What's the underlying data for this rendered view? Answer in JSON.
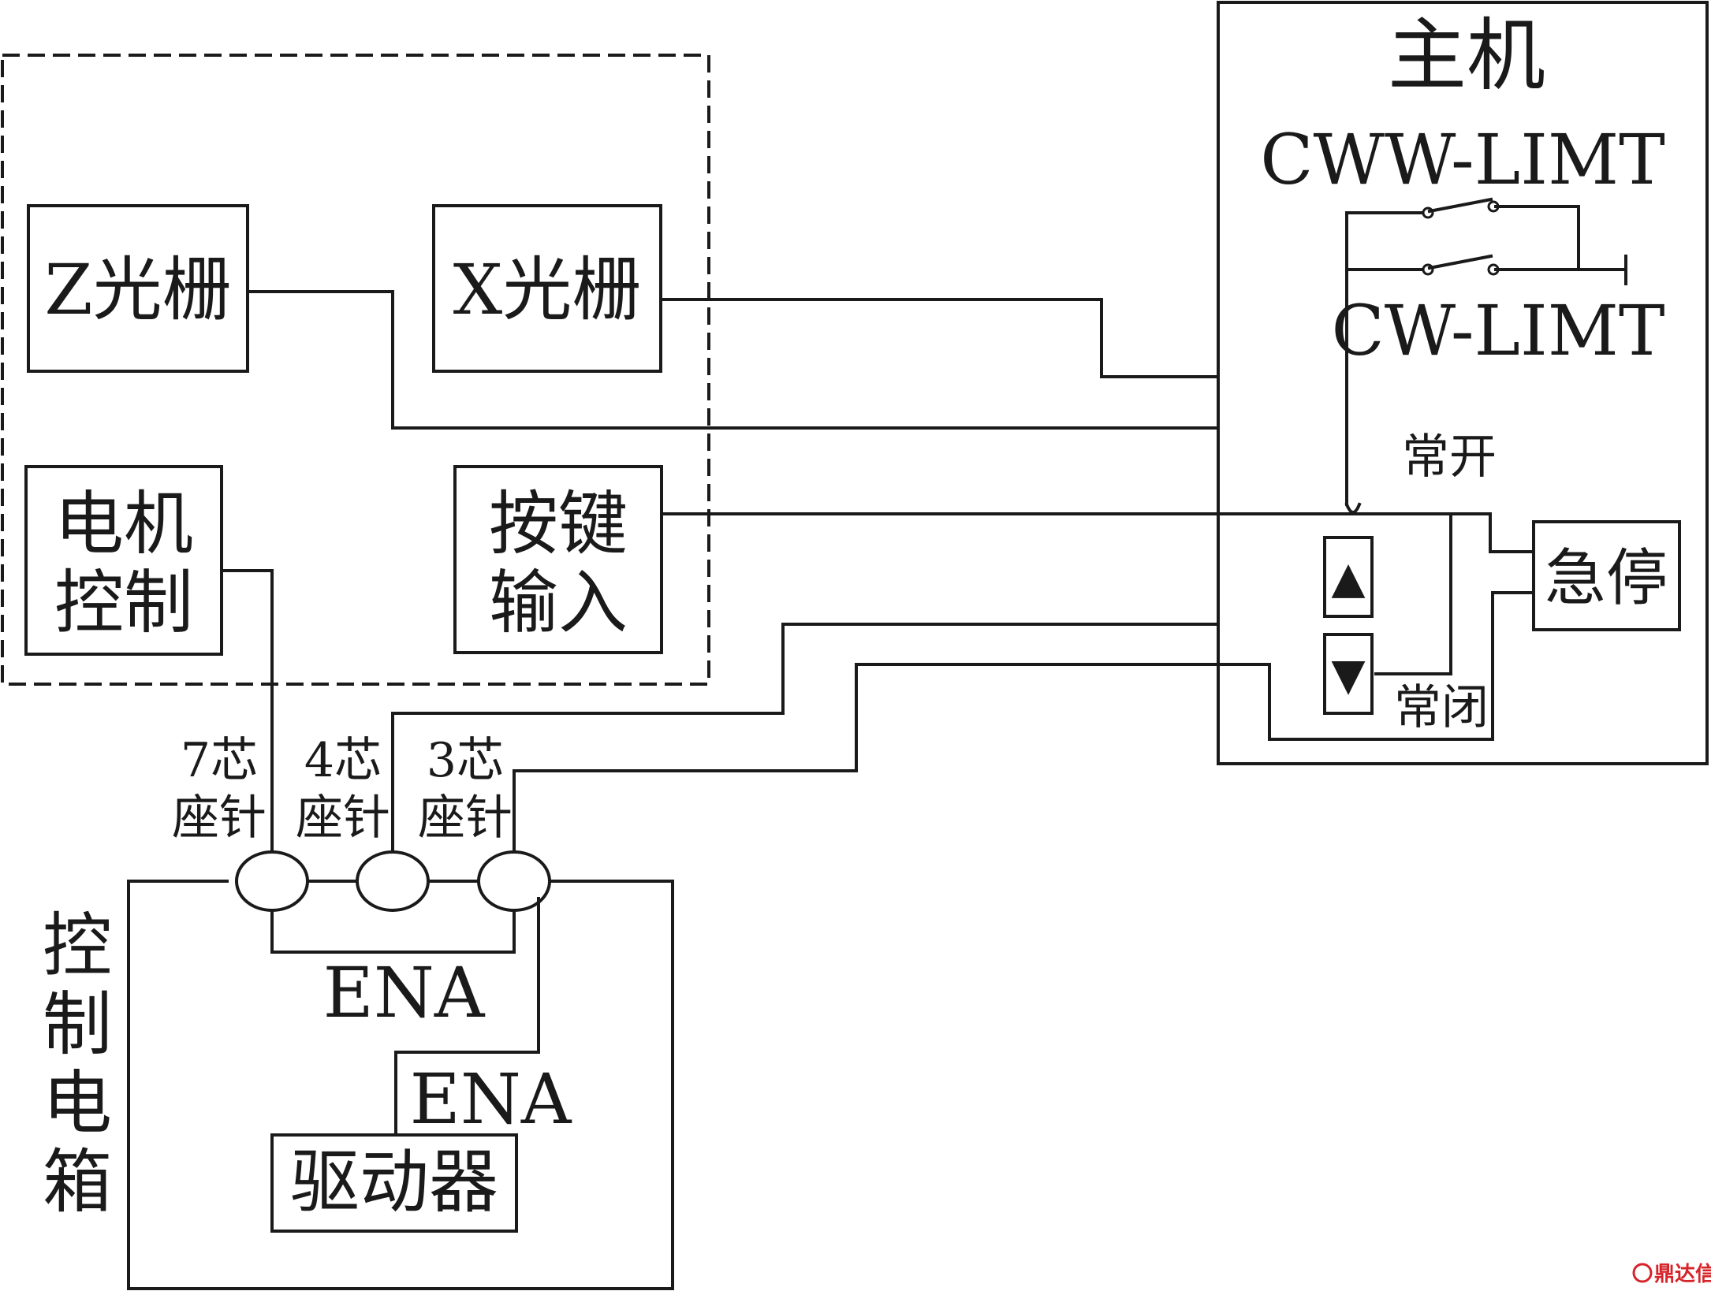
{
  "host": {
    "title": "主机"
  },
  "limits": {
    "ccw": "CWW-LIMT",
    "cw": "CW-LIMT"
  },
  "contacts": {
    "normally_open": "常开",
    "normally_closed": "常闭"
  },
  "emergency_stop": "急停",
  "buttons": {
    "up_glyph": "▲",
    "down_glyph": "▼"
  },
  "sensors": {
    "z_grating": "Z光栅",
    "x_grating": "X光栅",
    "motor_control": [
      "电机",
      "控制"
    ],
    "key_input": [
      "按键",
      "输入"
    ]
  },
  "connectors": [
    {
      "cores": "7芯",
      "type": "座针"
    },
    {
      "cores": "4芯",
      "type": "座针"
    },
    {
      "cores": "3芯",
      "type": "座针"
    }
  ],
  "cabinet": {
    "title": [
      "控",
      "制",
      "电",
      "箱"
    ],
    "ena_top": "ENA",
    "ena_bottom": "ENA",
    "driver": "驱动器"
  },
  "watermark": {
    "text": "鼎达信",
    "color": "#d6242a"
  }
}
